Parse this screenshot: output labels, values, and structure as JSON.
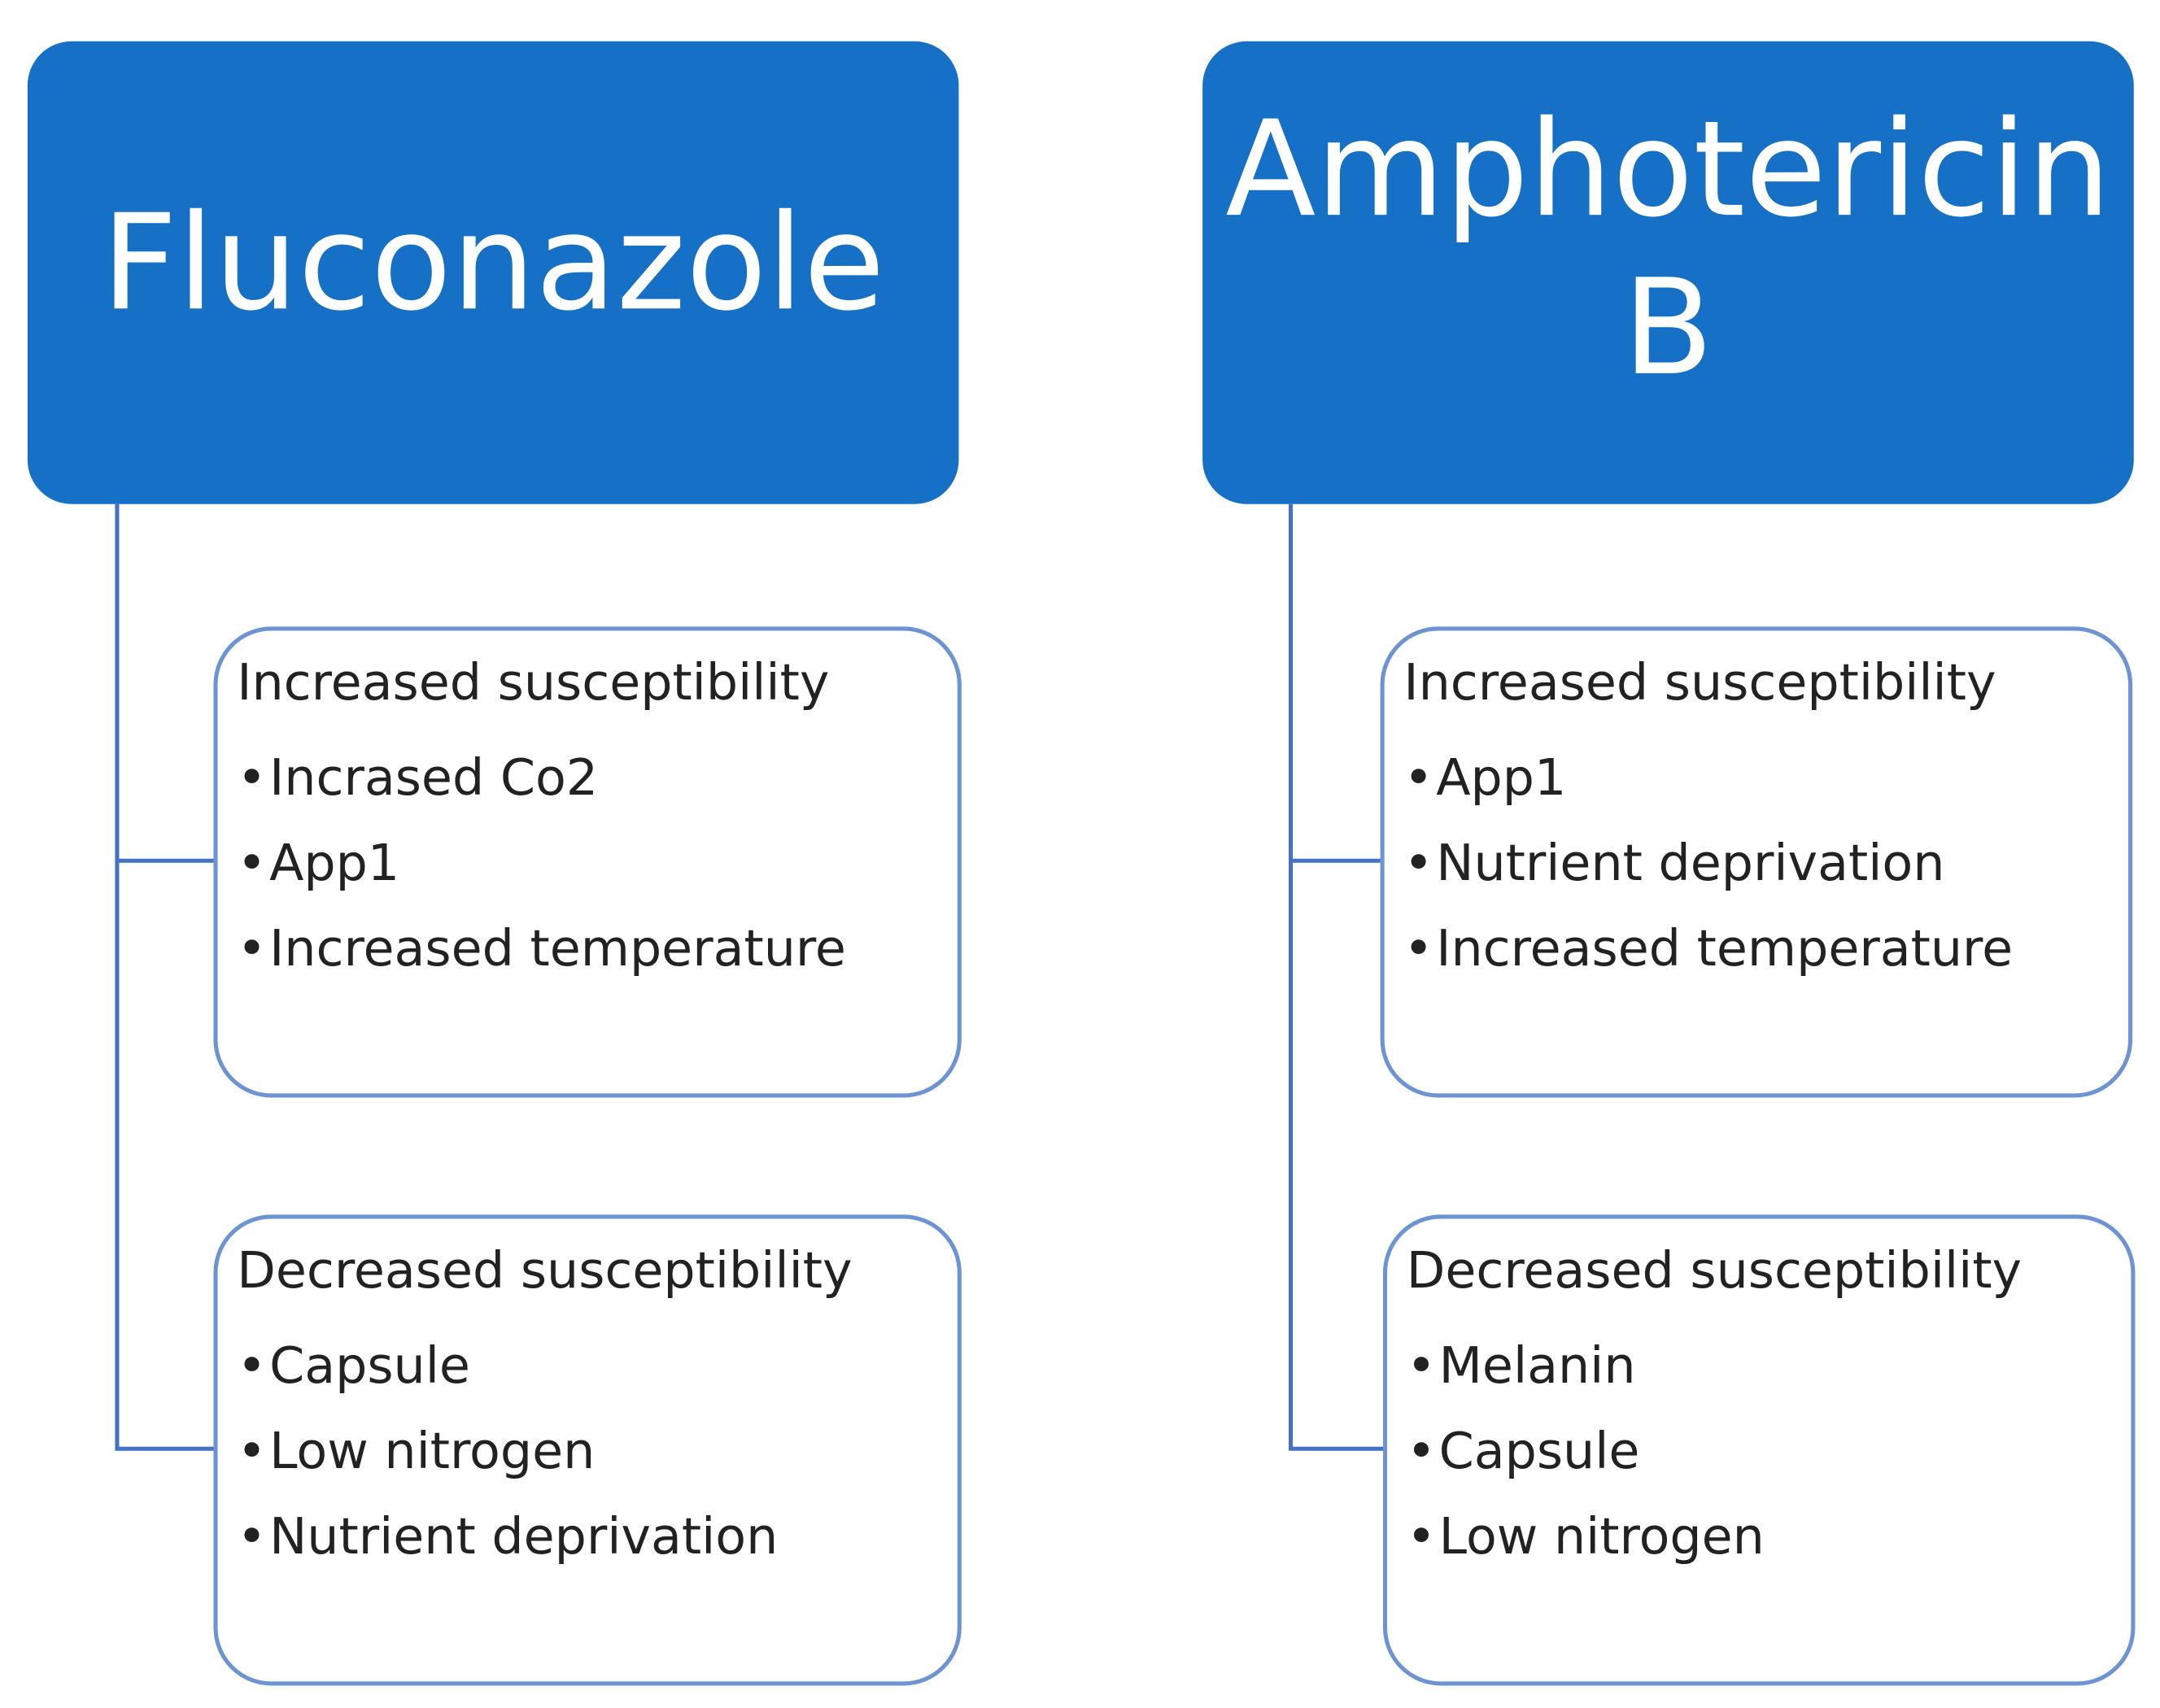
{
  "columns": [
    {
      "title": "Fluconazole",
      "groups": [
        {
          "heading": "Increased susceptibility",
          "items": [
            "Incrased Co2",
            "App1",
            "Increased temperature"
          ]
        },
        {
          "heading": "Decreased susceptibility",
          "items": [
            "Capsule",
            "Low nitrogen",
            "Nutrient deprivation"
          ]
        }
      ]
    },
    {
      "title": "Amphotericin B",
      "groups": [
        {
          "heading": "Increased susceptibility",
          "items": [
            "App1",
            "Nutrient deprivation",
            "Increased temperature"
          ]
        },
        {
          "heading": "Decreased susceptibility",
          "items": [
            "Melanin",
            "Capsule",
            "Low nitrogen"
          ]
        }
      ]
    }
  ],
  "colors": {
    "header_fill": "#1570c6",
    "header_text": "#ffffff",
    "card_border": "#6d93d2",
    "connector": "#4472c4",
    "body_text": "#222222"
  }
}
